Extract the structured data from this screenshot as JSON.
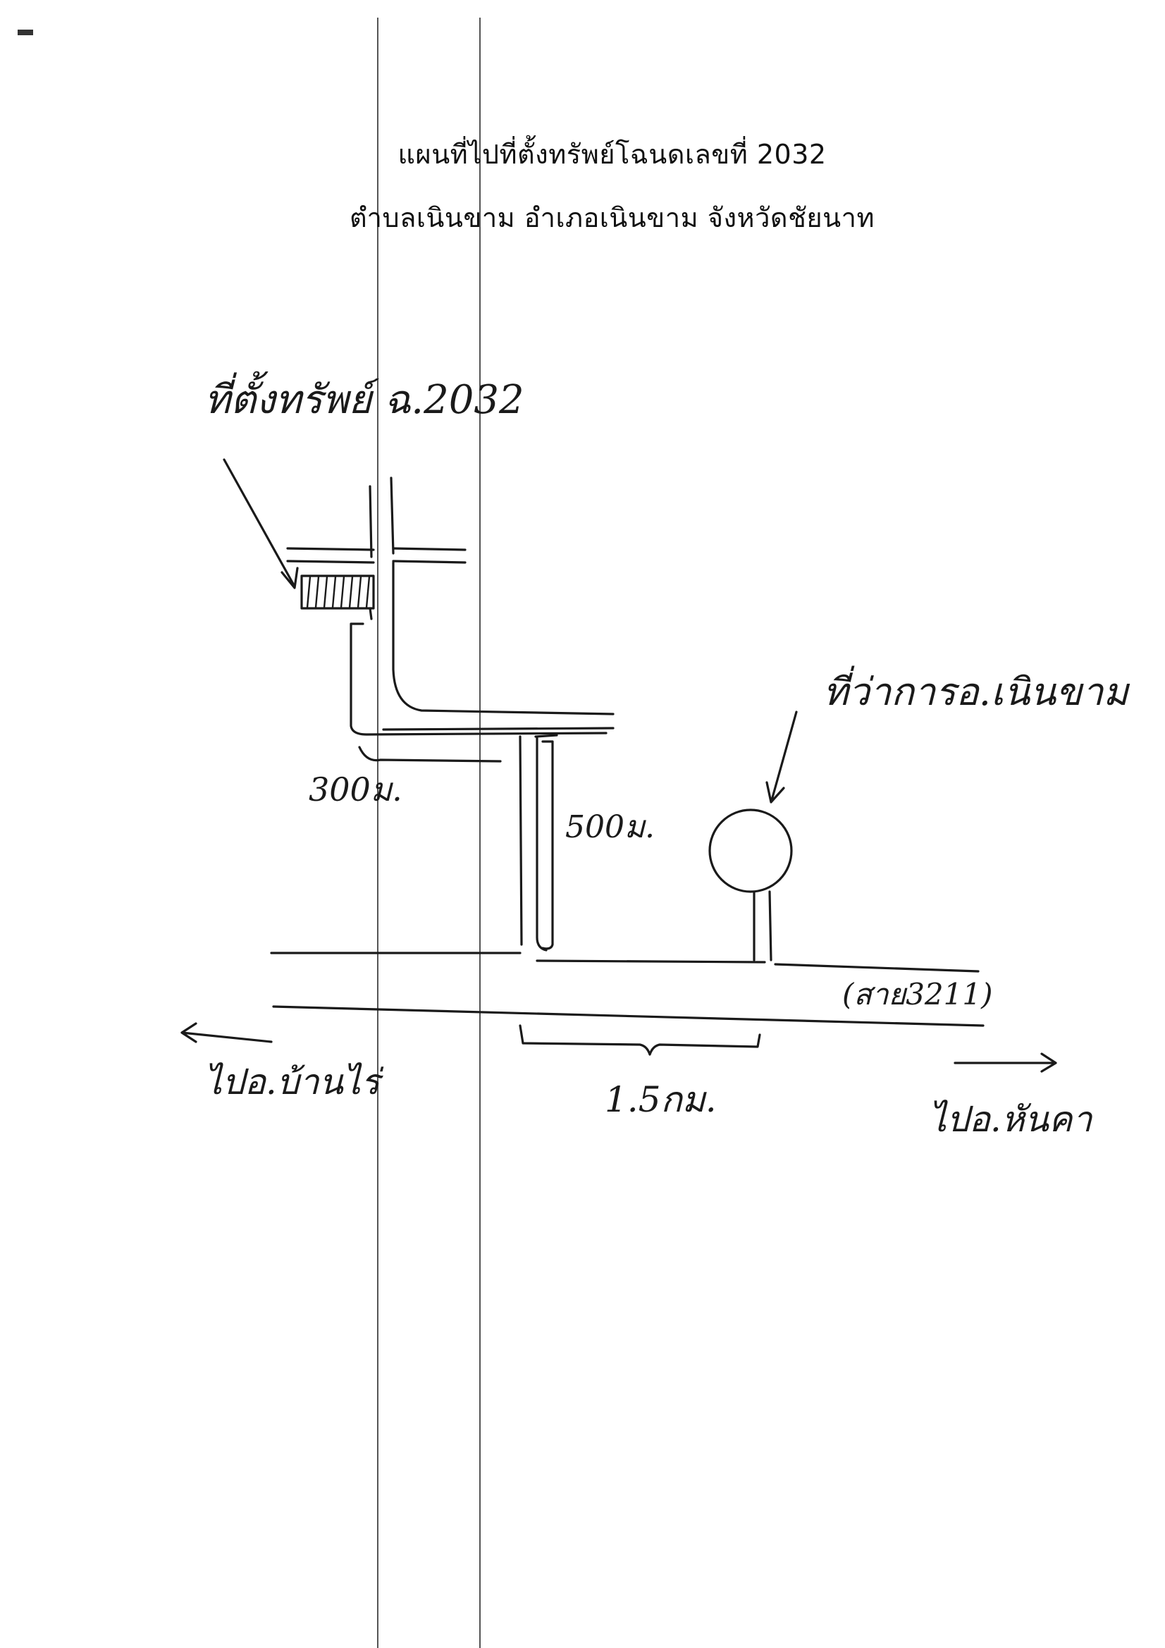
{
  "document": {
    "title_line_1": "แผนที่ไปที่ตั้งทรัพย์โฉนดเลขที่ 2032",
    "title_line_2": "ตำบลเนินขาม อำเภอเนินขาม จังหวัดชัยนาท"
  },
  "map": {
    "property_label": "ที่ตั้งทรัพย์ ฉ.2032",
    "office_label": "ที่ว่าการอ.เนินขาม",
    "distance_300": "300ม.",
    "distance_500": "500ม.",
    "route_label": "(สาย3211)",
    "distance_15": "1.5กม.",
    "direction_west": "ไปอ.บ้านไร่",
    "direction_east": "ไปอ.หันคา"
  },
  "colors": {
    "ink": "#1a1a1a",
    "paper": "#ffffff"
  }
}
